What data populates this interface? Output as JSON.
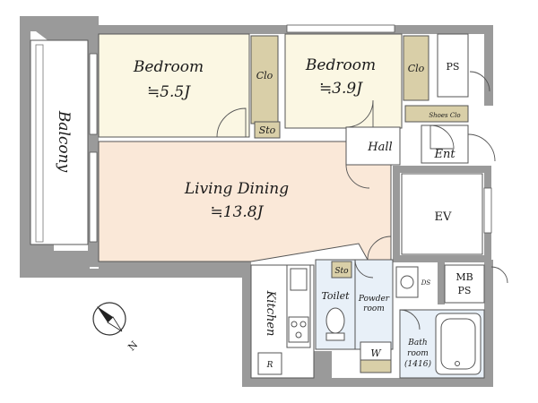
{
  "rooms": {
    "bedroom1": {
      "name": "Bedroom",
      "area": "≒5.5J"
    },
    "bedroom2": {
      "name": "Bedroom",
      "area": "≒3.9J"
    },
    "living": {
      "name": "Living Dining",
      "area": "≒13.8J"
    },
    "balcony": "Balcony",
    "closet1": "Clo",
    "closet2": "Clo",
    "storage1": "Sto",
    "storage2": "Sto",
    "ps_top": "PS",
    "shoes_closet": "Shoes Clo",
    "hall": "Hall",
    "entrance": "Ent",
    "elevator": "EV",
    "mb_ps_line1": "MB",
    "mb_ps_line2": "PS",
    "kitchen": "Kitchen",
    "toilet": "Toilet",
    "powder_line1": "Powder",
    "powder_line2": "room",
    "bath_line1": "Bath",
    "bath_line2": "room",
    "bath_line3": "(1416)",
    "washer": "W",
    "refrigerator": "R",
    "ds": "DS"
  },
  "compass": {
    "label": "N"
  },
  "colors": {
    "wall": "#9a9a9a",
    "bedroom": "#fbf7e3",
    "living": "#fae8d8",
    "closet": "#d9cfa8",
    "wet": "#e8f0f8",
    "background": "#ffffff"
  }
}
